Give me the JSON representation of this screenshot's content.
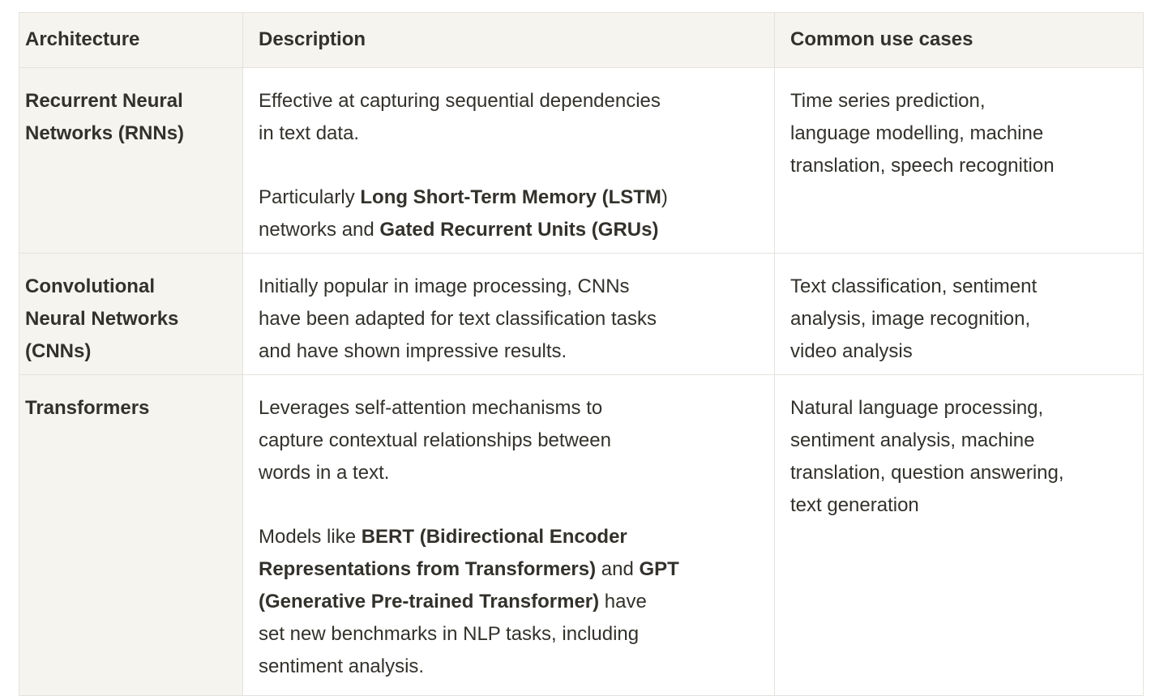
{
  "theme": {
    "page_background": "#ffffff",
    "header_background": "#f5f4ef",
    "key_column_background": "#f5f4ef",
    "body_cell_background": "#ffffff",
    "border_color": "#e4e2de",
    "text_color": "#33312c"
  },
  "table": {
    "columns": [
      {
        "id": "architecture",
        "label": "Architecture"
      },
      {
        "id": "description",
        "label": "Description"
      },
      {
        "id": "use_cases",
        "label": "Common use cases"
      }
    ],
    "rows": [
      {
        "architecture": "Recurrent Neural\nNetworks (RNNs)",
        "description": [
          [
            {
              "t": "Effective at capturing sequential dependencies\nin text data."
            }
          ],
          [
            {
              "t": "Particularly "
            },
            {
              "t": "Long Short-Term Memory (LSTM",
              "b": true
            },
            {
              "t": ")\nnetworks and "
            },
            {
              "t": "Gated Recurrent Units (GRUs)",
              "b": true
            }
          ]
        ],
        "use_cases": "Time series prediction,\nlanguage modelling, machine\ntranslation, speech recognition"
      },
      {
        "architecture": "Convolutional\nNeural Networks\n(CNNs)",
        "description": [
          [
            {
              "t": "Initially popular in image processing, CNNs\nhave been adapted for text classification tasks\nand have shown impressive results."
            }
          ]
        ],
        "use_cases": "Text classification, sentiment\nanalysis, image recognition,\nvideo analysis"
      },
      {
        "architecture": "Transformers",
        "description": [
          [
            {
              "t": "Leverages self-attention mechanisms to\ncapture contextual relationships between\nwords in a text."
            }
          ],
          [
            {
              "t": "Models like "
            },
            {
              "t": "BERT (Bidirectional Encoder\nRepresentations from Transformers)",
              "b": true
            },
            {
              "t": " and "
            },
            {
              "t": "GPT\n(Generative Pre-trained Transformer)",
              "b": true
            },
            {
              "t": " have\nset new benchmarks in NLP tasks, including\nsentiment analysis."
            }
          ]
        ],
        "use_cases": "Natural language processing,\nsentiment analysis, machine\ntranslation, question answering,\ntext generation"
      }
    ]
  }
}
